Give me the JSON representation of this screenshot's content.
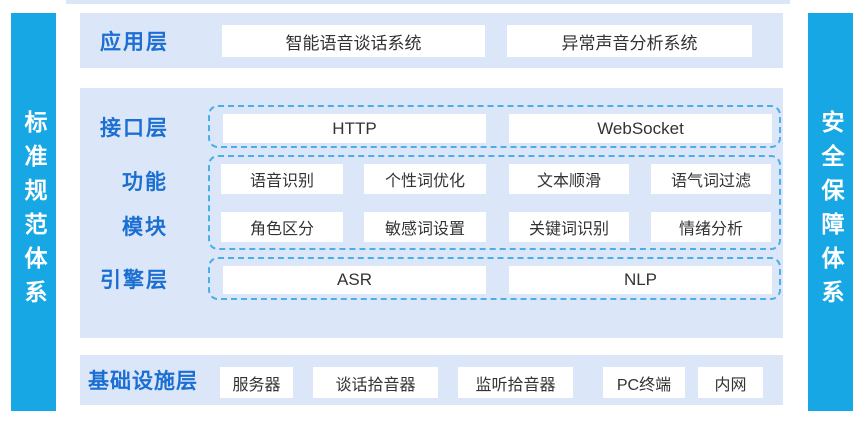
{
  "palette": {
    "pillar_blue": "#17a7e5",
    "band_bg": "#dbe7f8",
    "label_blue": "#1c6fd2",
    "dashed_border": "#4aafe6",
    "box_bg": "#ffffff",
    "box_text": "#333333"
  },
  "pillars": {
    "left": "标准规范体系",
    "right": "安全保障体系"
  },
  "application_layer": {
    "label": "应用层",
    "items": [
      "智能语音谈话系统",
      "异常声音分析系统"
    ]
  },
  "interface_layer": {
    "label": "接口层",
    "items": [
      "HTTP",
      "WebSocket"
    ]
  },
  "function_module": {
    "label_line1": "功能",
    "label_line2": "模块",
    "row1": [
      "语音识别",
      "个性词优化",
      "文本顺滑",
      "语气词过滤"
    ],
    "row2": [
      "角色区分",
      "敏感词设置",
      "关键词识别",
      "情绪分析"
    ]
  },
  "engine_layer": {
    "label": "引擎层",
    "items": [
      "ASR",
      "NLP"
    ]
  },
  "infrastructure_layer": {
    "label": "基础设施层",
    "items": [
      "服务器",
      "谈话拾音器",
      "监听拾音器",
      "PC终端",
      "内网"
    ]
  }
}
